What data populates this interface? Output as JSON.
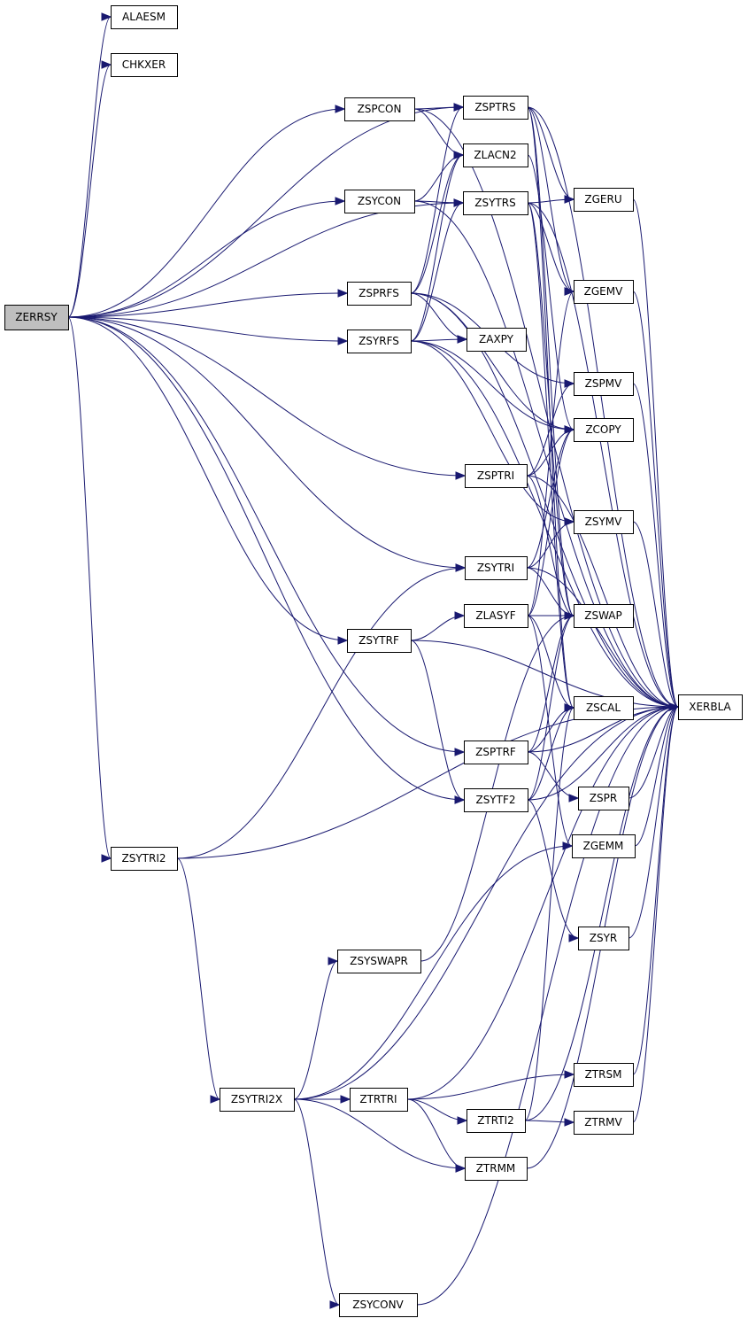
{
  "colors": {
    "edge": "#191970",
    "node_border": "#000000",
    "root_fill": "#bfbfbf",
    "node_fill": "#ffffff"
  },
  "root": "ZERRSY",
  "nodes": [
    {
      "id": "ZERRSY",
      "label": "ZERRSY"
    },
    {
      "id": "ALAESM",
      "label": "ALAESM"
    },
    {
      "id": "CHKXER",
      "label": "CHKXER"
    },
    {
      "id": "ZSPCON",
      "label": "ZSPCON"
    },
    {
      "id": "ZSYCON",
      "label": "ZSYCON"
    },
    {
      "id": "ZSPRFS",
      "label": "ZSPRFS"
    },
    {
      "id": "ZSYRFS",
      "label": "ZSYRFS"
    },
    {
      "id": "ZSYTRF",
      "label": "ZSYTRF"
    },
    {
      "id": "ZSYTRI2",
      "label": "ZSYTRI2"
    },
    {
      "id": "ZSYSWAPR",
      "label": "ZSYSWAPR"
    },
    {
      "id": "ZSYTRI2X",
      "label": "ZSYTRI2X"
    },
    {
      "id": "ZTRTRI",
      "label": "ZTRTRI"
    },
    {
      "id": "ZSYCONV",
      "label": "ZSYCONV"
    },
    {
      "id": "ZSPTRS",
      "label": "ZSPTRS"
    },
    {
      "id": "ZLACN2",
      "label": "ZLACN2"
    },
    {
      "id": "ZSYTRS",
      "label": "ZSYTRS"
    },
    {
      "id": "ZAXPY",
      "label": "ZAXPY"
    },
    {
      "id": "ZSPTRI",
      "label": "ZSPTRI"
    },
    {
      "id": "ZSYTRI",
      "label": "ZSYTRI"
    },
    {
      "id": "ZLASYF",
      "label": "ZLASYF"
    },
    {
      "id": "ZSPTRF",
      "label": "ZSPTRF"
    },
    {
      "id": "ZSYTF2",
      "label": "ZSYTF2"
    },
    {
      "id": "ZTRTI2",
      "label": "ZTRTI2"
    },
    {
      "id": "ZTRMM",
      "label": "ZTRMM"
    },
    {
      "id": "ZGERU",
      "label": "ZGERU"
    },
    {
      "id": "ZGEMV",
      "label": "ZGEMV"
    },
    {
      "id": "ZSPMV",
      "label": "ZSPMV"
    },
    {
      "id": "ZCOPY",
      "label": "ZCOPY"
    },
    {
      "id": "ZSYMV",
      "label": "ZSYMV"
    },
    {
      "id": "ZSWAP",
      "label": "ZSWAP"
    },
    {
      "id": "ZSCAL",
      "label": "ZSCAL"
    },
    {
      "id": "ZSPR",
      "label": "ZSPR"
    },
    {
      "id": "ZGEMM",
      "label": "ZGEMM"
    },
    {
      "id": "ZSYR",
      "label": "ZSYR"
    },
    {
      "id": "ZTRSM",
      "label": "ZTRSM"
    },
    {
      "id": "ZTRMV",
      "label": "ZTRMV"
    },
    {
      "id": "XERBLA",
      "label": "XERBLA"
    }
  ],
  "edges": [
    [
      "ZERRSY",
      "ALAESM"
    ],
    [
      "ZERRSY",
      "CHKXER"
    ],
    [
      "ZERRSY",
      "ZSPCON"
    ],
    [
      "ZERRSY",
      "ZSPTRS"
    ],
    [
      "ZERRSY",
      "ZSYCON"
    ],
    [
      "ZERRSY",
      "ZSYTRS"
    ],
    [
      "ZERRSY",
      "ZSPRFS"
    ],
    [
      "ZERRSY",
      "ZSYRFS"
    ],
    [
      "ZERRSY",
      "ZSPTRI"
    ],
    [
      "ZERRSY",
      "ZSYTRI"
    ],
    [
      "ZERRSY",
      "ZSYTRF"
    ],
    [
      "ZERRSY",
      "ZSPTRF"
    ],
    [
      "ZERRSY",
      "ZSYTF2"
    ],
    [
      "ZERRSY",
      "ZSYTRI2"
    ],
    [
      "ZSPCON",
      "ZSPTRS"
    ],
    [
      "ZSPCON",
      "ZLACN2"
    ],
    [
      "ZSPCON",
      "XERBLA"
    ],
    [
      "ZSYCON",
      "ZLACN2"
    ],
    [
      "ZSYCON",
      "ZSYTRS"
    ],
    [
      "ZSYCON",
      "XERBLA"
    ],
    [
      "ZSPRFS",
      "ZSPTRS"
    ],
    [
      "ZSPRFS",
      "ZLACN2"
    ],
    [
      "ZSPRFS",
      "ZSPMV"
    ],
    [
      "ZSPRFS",
      "ZAXPY"
    ],
    [
      "ZSPRFS",
      "ZCOPY"
    ],
    [
      "ZSPRFS",
      "XERBLA"
    ],
    [
      "ZSYRFS",
      "ZSYTRS"
    ],
    [
      "ZSYRFS",
      "ZLACN2"
    ],
    [
      "ZSYRFS",
      "ZAXPY"
    ],
    [
      "ZSYRFS",
      "ZSYMV"
    ],
    [
      "ZSYRFS",
      "ZCOPY"
    ],
    [
      "ZSYRFS",
      "XERBLA"
    ],
    [
      "ZSPTRS",
      "ZGERU"
    ],
    [
      "ZSPTRS",
      "ZGEMV"
    ],
    [
      "ZSPTRS",
      "ZSWAP"
    ],
    [
      "ZSPTRS",
      "ZSCAL"
    ],
    [
      "ZSPTRS",
      "XERBLA"
    ],
    [
      "ZSYTRS",
      "ZGERU"
    ],
    [
      "ZSYTRS",
      "ZGEMV"
    ],
    [
      "ZSYTRS",
      "ZSWAP"
    ],
    [
      "ZSYTRS",
      "ZSCAL"
    ],
    [
      "ZSYTRS",
      "XERBLA"
    ],
    [
      "ZLACN2",
      "ZCOPY"
    ],
    [
      "ZSPTRI",
      "ZSPMV"
    ],
    [
      "ZSPTRI",
      "ZCOPY"
    ],
    [
      "ZSPTRI",
      "ZSWAP"
    ],
    [
      "ZSPTRI",
      "XERBLA"
    ],
    [
      "ZSYTRI",
      "ZSYMV"
    ],
    [
      "ZSYTRI",
      "ZCOPY"
    ],
    [
      "ZSYTRI",
      "ZSWAP"
    ],
    [
      "ZSYTRI",
      "XERBLA"
    ],
    [
      "ZSYTRF",
      "ZLASYF"
    ],
    [
      "ZSYTRF",
      "ZSYTF2"
    ],
    [
      "ZSYTRF",
      "XERBLA"
    ],
    [
      "ZLASYF",
      "ZGEMV"
    ],
    [
      "ZLASYF",
      "ZCOPY"
    ],
    [
      "ZLASYF",
      "ZSWAP"
    ],
    [
      "ZLASYF",
      "ZSCAL"
    ],
    [
      "ZLASYF",
      "ZGEMM"
    ],
    [
      "ZSPTRF",
      "ZSWAP"
    ],
    [
      "ZSPTRF",
      "ZSCAL"
    ],
    [
      "ZSPTRF",
      "ZSPR"
    ],
    [
      "ZSPTRF",
      "XERBLA"
    ],
    [
      "ZSYTF2",
      "ZSWAP"
    ],
    [
      "ZSYTF2",
      "ZSCAL"
    ],
    [
      "ZSYTF2",
      "ZSYR"
    ],
    [
      "ZSYTF2",
      "XERBLA"
    ],
    [
      "ZSYTRI2",
      "ZSYTRI"
    ],
    [
      "ZSYTRI2",
      "ZSYTRI2X"
    ],
    [
      "ZSYTRI2",
      "XERBLA"
    ],
    [
      "ZSYTRI2X",
      "ZSYSWAPR"
    ],
    [
      "ZSYTRI2X",
      "ZTRTRI"
    ],
    [
      "ZSYTRI2X",
      "ZGEMM"
    ],
    [
      "ZSYTRI2X",
      "ZTRMM"
    ],
    [
      "ZSYTRI2X",
      "ZSYCONV"
    ],
    [
      "ZSYTRI2X",
      "XERBLA"
    ],
    [
      "ZSYSWAPR",
      "ZSWAP"
    ],
    [
      "ZTRTRI",
      "ZTRTI2"
    ],
    [
      "ZTRTRI",
      "ZTRMM"
    ],
    [
      "ZTRTRI",
      "ZTRSM"
    ],
    [
      "ZTRTRI",
      "XERBLA"
    ],
    [
      "ZTRTI2",
      "ZSCAL"
    ],
    [
      "ZTRTI2",
      "ZTRMV"
    ],
    [
      "ZTRTI2",
      "XERBLA"
    ],
    [
      "ZSYCONV",
      "XERBLA"
    ],
    [
      "ZGERU",
      "XERBLA"
    ],
    [
      "ZGEMV",
      "XERBLA"
    ],
    [
      "ZSPMV",
      "XERBLA"
    ],
    [
      "ZSYMV",
      "XERBLA"
    ],
    [
      "ZSPR",
      "XERBLA"
    ],
    [
      "ZGEMM",
      "XERBLA"
    ],
    [
      "ZSYR",
      "XERBLA"
    ],
    [
      "ZTRSM",
      "XERBLA"
    ],
    [
      "ZTRMV",
      "XERBLA"
    ],
    [
      "ZTRMM",
      "XERBLA"
    ]
  ]
}
